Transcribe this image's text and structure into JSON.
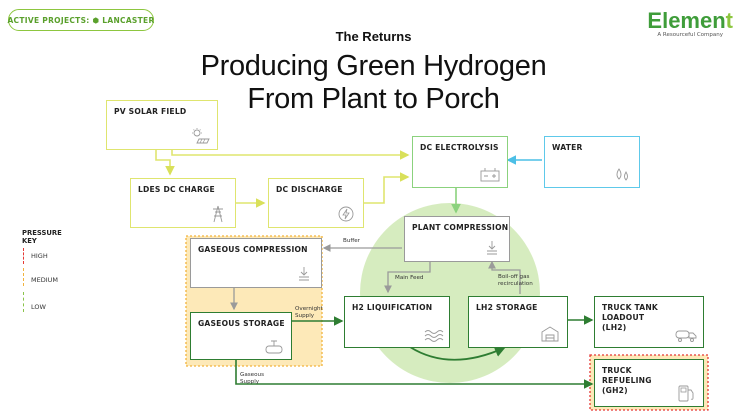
{
  "header": {
    "badge": "ACTIVE PROJECTS: ⬢ LANCASTER",
    "logo_name_main": "Elemen",
    "logo_name_end": "t",
    "logo_tagline": "A Resourceful Company",
    "subtitle": "The Returns",
    "title_line1": "Producing Green Hydrogen",
    "title_line2": "From Plant to Porch"
  },
  "key": {
    "title_line1": "PRESSURE",
    "title_line2": "KEY",
    "items": [
      {
        "label": "HIGH",
        "color": "#e53935"
      },
      {
        "label": "MEDIUM",
        "color": "#f2b33d"
      },
      {
        "label": "LOW",
        "color": "#8bc34a"
      }
    ]
  },
  "nodes": {
    "pv_solar": "PV SOLAR FIELD",
    "ldes_charge": "LDES DC CHARGE",
    "dc_discharge": "DC DISCHARGE",
    "dc_electrolysis": "DC ELECTROLYSIS",
    "water": "WATER",
    "plant_compression": "PLANT COMPRESSION",
    "gaseous_compression": "GASEOUS COMPRESSION",
    "gaseous_storage": "GASEOUS STORAGE",
    "h2_liquification": "H2 LIQUIFICATION",
    "lh2_storage": "LH2 STORAGE",
    "truck_tank_line1": "TRUCK TANK",
    "truck_tank_line2": "LOADOUT",
    "truck_tank_line3": "(LH2)",
    "truck_refuel_line1": "TRUCK",
    "truck_refuel_line2": "REFUELING",
    "truck_refuel_line3": "(GH2)"
  },
  "edge_labels": {
    "buffer": "Buffer",
    "main_feed": "Main Feed",
    "boiloff_line1": "Boil-off gas",
    "boiloff_line2": "recirculation",
    "overnight_line1": "Overnight",
    "overnight_line2": "Supply",
    "gaseous_supply_line1": "Gaseous",
    "gaseous_supply_line2": "Supply"
  },
  "colors": {
    "green_dark": "#2e7d32",
    "green_light": "#8dc63f",
    "yellow_line": "#dfe56f",
    "blue": "#5ec9ea",
    "grey": "#9a9a9a",
    "orange_zone": "#fde9b8",
    "green_zone": "#cfe9b4"
  }
}
